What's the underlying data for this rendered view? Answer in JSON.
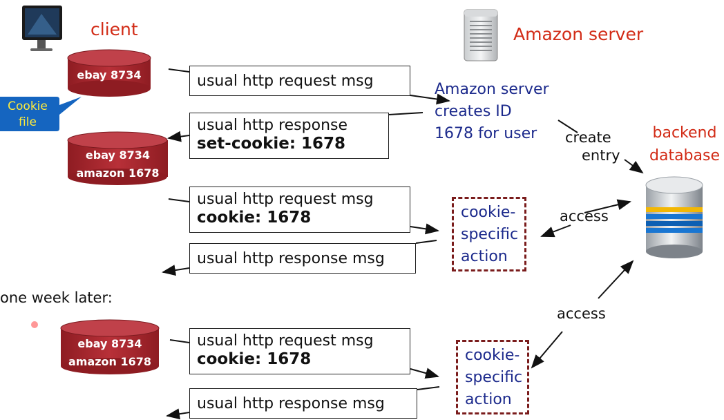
{
  "client": {
    "title": "client"
  },
  "server": {
    "title": "Amazon server",
    "creates_id_lines": [
      "Amazon server",
      "creates ID",
      "1678 for user"
    ]
  },
  "backend": {
    "title_lines": [
      "backend",
      "database"
    ]
  },
  "cookie_file": {
    "lines": [
      "Cookie",
      "file"
    ]
  },
  "cylinders": {
    "c1": [
      "ebay 8734"
    ],
    "c2": [
      "ebay 8734",
      "amazon 1678"
    ],
    "c3": [
      "ebay 8734",
      "amazon 1678"
    ]
  },
  "messages": {
    "m1": {
      "line1": "usual http request msg"
    },
    "m2": {
      "line1": "usual http response",
      "line2": "set-cookie: 1678"
    },
    "m3": {
      "line1": "usual http request msg",
      "line2": "cookie: 1678"
    },
    "m4": {
      "line1": "usual http response msg"
    },
    "m5": {
      "line1": "usual http request msg",
      "line2": "cookie: 1678"
    },
    "m6": {
      "line1": "usual http response msg"
    }
  },
  "actions": {
    "a1": [
      "cookie-",
      "specific",
      "action"
    ],
    "a2": [
      "cookie-",
      "specific",
      "action"
    ]
  },
  "labels": {
    "create_entry": [
      "create",
      "entry"
    ],
    "access1": "access",
    "access2": "access",
    "one_week_later": "one week later:"
  },
  "colors": {
    "accent_red": "#d22b16",
    "navy": "#1c2a8c",
    "cylinder": "#a8262e",
    "dash": "#7a1c1c",
    "callout": "#1565c0"
  }
}
